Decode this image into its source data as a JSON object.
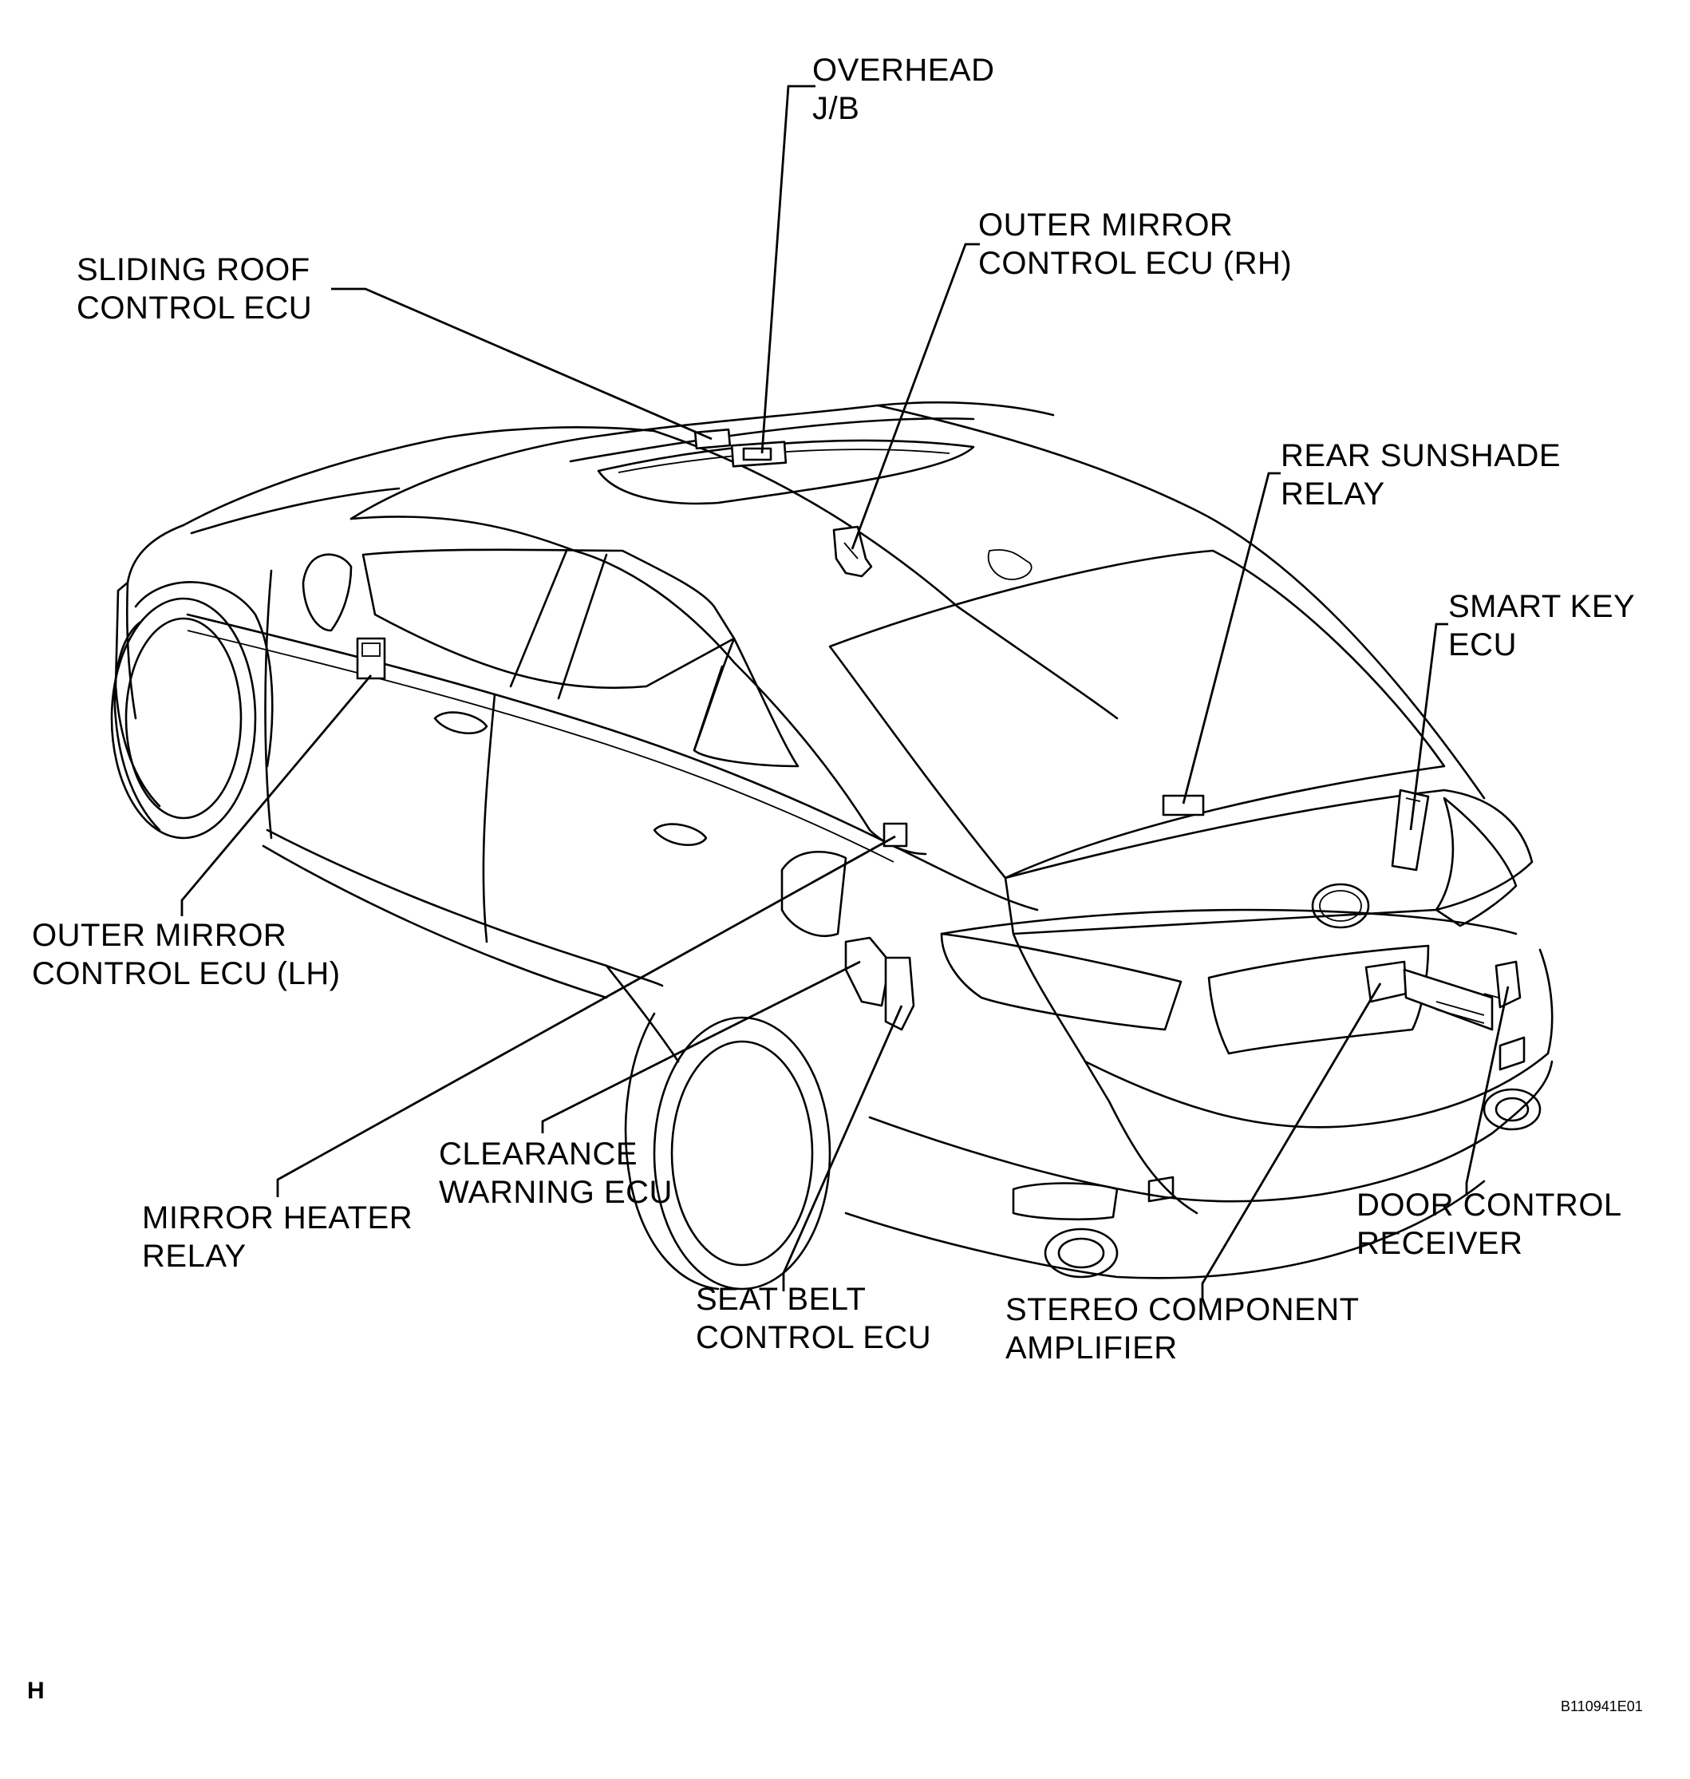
{
  "diagram": {
    "labels": {
      "overhead_jb": [
        "OVERHEAD",
        "J/B"
      ],
      "outer_mirror_control_ecu_rh": [
        "OUTER MIRROR",
        "CONTROL ECU (RH)"
      ],
      "sliding_roof_control_ecu": [
        "SLIDING ROOF",
        "CONTROL ECU"
      ],
      "rear_sunshade_relay": [
        "REAR SUNSHADE",
        "RELAY"
      ],
      "smart_key_ecu": [
        "SMART KEY",
        "ECU"
      ],
      "outer_mirror_control_ecu_lh": [
        "OUTER MIRROR",
        "CONTROL ECU (LH)"
      ],
      "clearance_warning_ecu": [
        "CLEARANCE",
        "WARNING ECU"
      ],
      "mirror_heater_relay": [
        "MIRROR HEATER",
        "RELAY"
      ],
      "door_control_receiver": [
        "DOOR CONTROL",
        "RECEIVER"
      ],
      "seat_belt_control_ecu": [
        "SEAT BELT",
        "CONTROL ECU"
      ],
      "stereo_component_amplifier": [
        "STEREO COMPONENT",
        "AMPLIFIER"
      ]
    },
    "section_letter": "H",
    "figure_code": "B110941E01"
  }
}
